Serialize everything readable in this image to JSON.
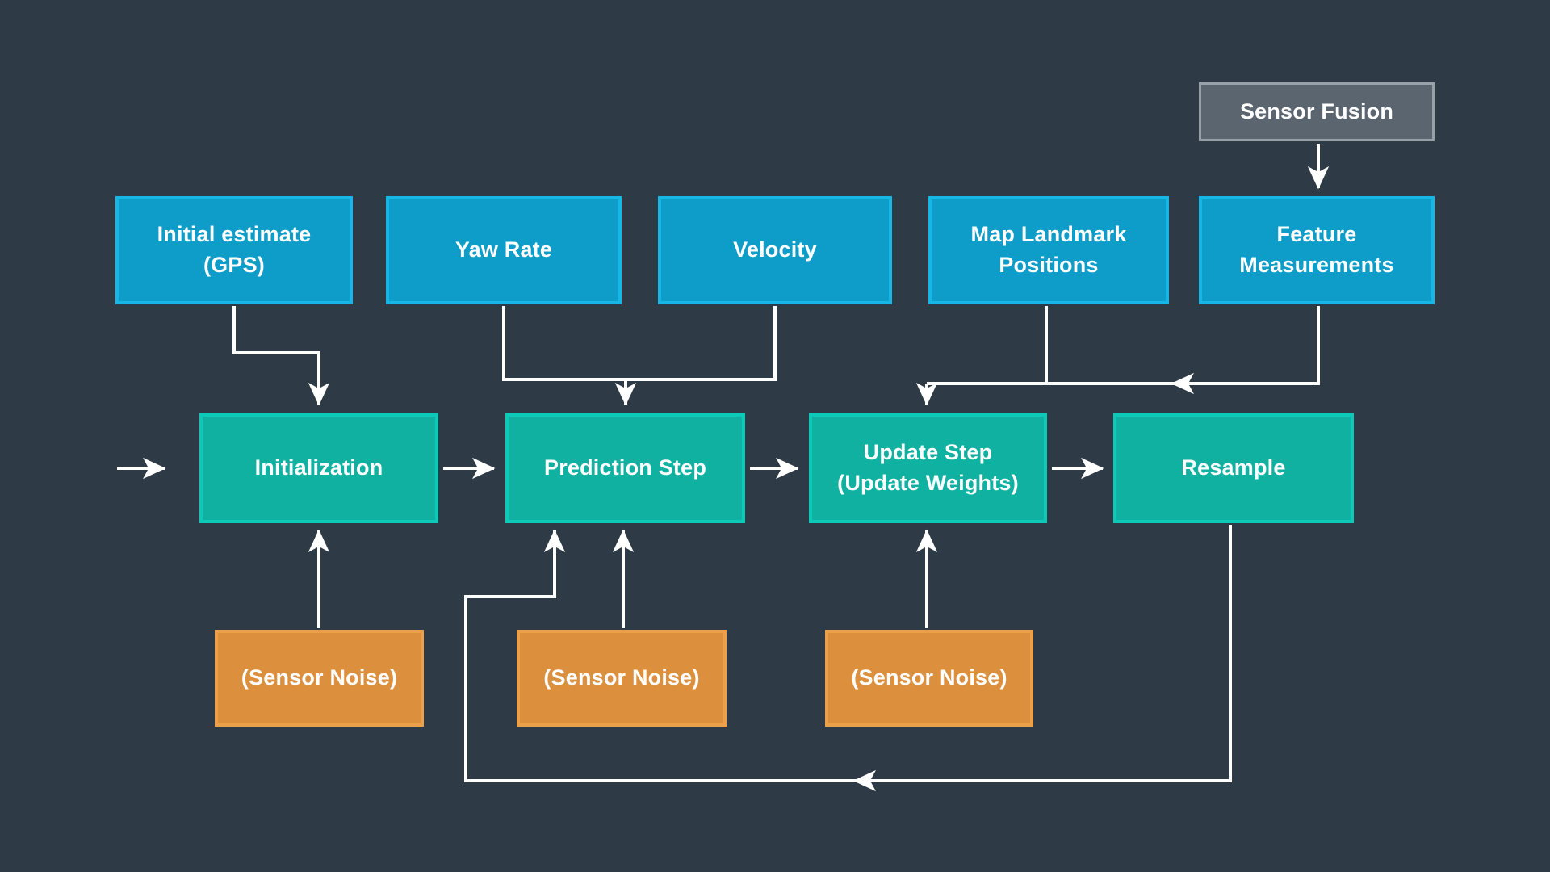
{
  "colors": {
    "bg": "#2E3B47",
    "node_blue": "#0E9DC9",
    "node_blue_border": "#16B7E6",
    "node_teal": "#10B1A1",
    "node_teal_border": "#0CCAB8",
    "node_orange": "#DC8F3D",
    "node_orange_border": "#ECA04A",
    "node_gray": "#5B656F",
    "node_gray_border": "#99A1A8",
    "arrow": "#FFFFFF",
    "text": "#FFFFFF"
  },
  "diagram": {
    "nodes": {
      "sensor_fusion": {
        "label": "Sensor Fusion"
      },
      "initial_estimate": {
        "label": "Initial estimate\n(GPS)"
      },
      "yaw_rate": {
        "label": "Yaw Rate"
      },
      "velocity": {
        "label": "Velocity"
      },
      "map_landmarks": {
        "label": "Map Landmark\nPositions"
      },
      "feature_measurements": {
        "label": "Feature\nMeasurements"
      },
      "initialization": {
        "label": "Initialization"
      },
      "prediction": {
        "label": "Prediction Step"
      },
      "update": {
        "label": "Update Step\n(Update Weights)"
      },
      "resample": {
        "label": "Resample"
      },
      "noise_init": {
        "label": "(Sensor Noise)"
      },
      "noise_prediction": {
        "label": "(Sensor Noise)"
      },
      "noise_update": {
        "label": "(Sensor Noise)"
      }
    },
    "edges": [
      {
        "from": "start",
        "to": "initialization"
      },
      {
        "from": "initial_estimate",
        "to": "initialization"
      },
      {
        "from": "yaw_rate",
        "to": "prediction"
      },
      {
        "from": "velocity",
        "to": "prediction"
      },
      {
        "from": "sensor_fusion",
        "to": "feature_measurements"
      },
      {
        "from": "map_landmarks",
        "to": "update"
      },
      {
        "from": "feature_measurements",
        "to": "update"
      },
      {
        "from": "initialization",
        "to": "prediction"
      },
      {
        "from": "prediction",
        "to": "update"
      },
      {
        "from": "update",
        "to": "resample"
      },
      {
        "from": "noise_init",
        "to": "initialization"
      },
      {
        "from": "noise_prediction",
        "to": "prediction"
      },
      {
        "from": "noise_update",
        "to": "update"
      },
      {
        "from": "resample",
        "to": "prediction",
        "type": "feedback"
      }
    ]
  }
}
